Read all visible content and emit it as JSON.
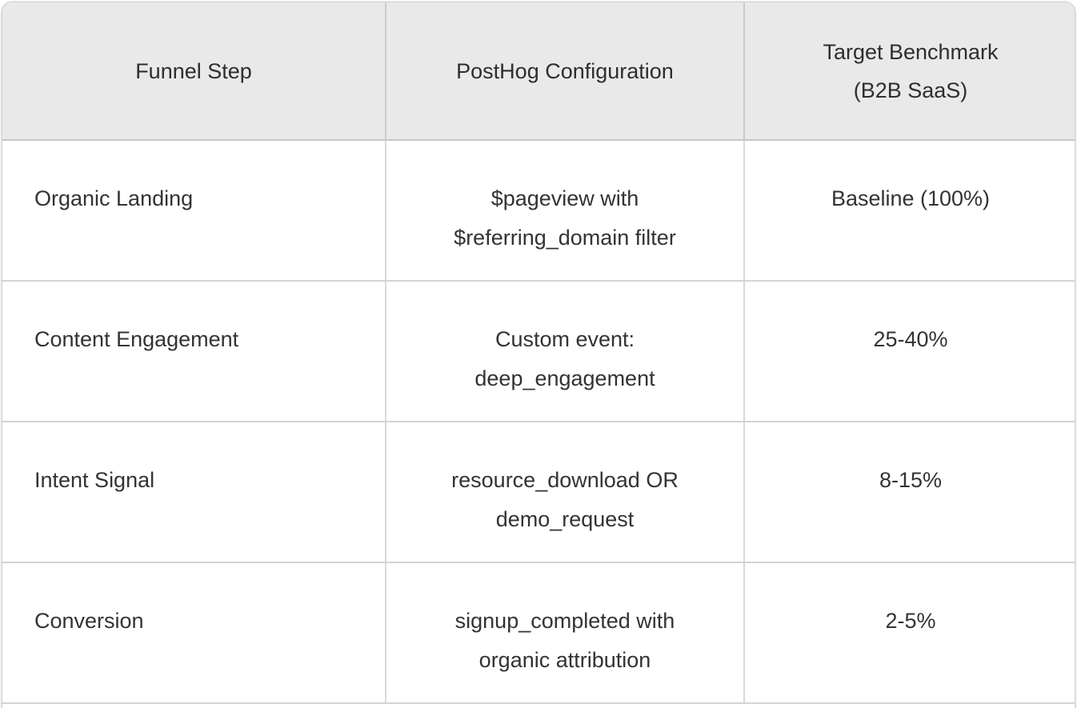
{
  "table": {
    "name": "organic-funnel-posthog-configuration",
    "columns": [
      {
        "key": "funnel_step",
        "header_lines": [
          "Funnel Step"
        ],
        "align": "left"
      },
      {
        "key": "configuration",
        "header_lines": [
          "PostHog Configuration"
        ],
        "align": "center"
      },
      {
        "key": "benchmark",
        "header_lines": [
          "Target Benchmark",
          "(B2B SaaS)"
        ],
        "align": "center"
      }
    ],
    "rows": [
      {
        "funnel_step": "Organic Landing",
        "configuration_lines": [
          "$pageview with",
          "$referring_domain filter"
        ],
        "benchmark": "Baseline (100%)"
      },
      {
        "funnel_step": "Content Engagement",
        "configuration_lines": [
          "Custom event:",
          "deep_engagement"
        ],
        "benchmark": "25-40%"
      },
      {
        "funnel_step": "Intent Signal",
        "configuration_lines": [
          "resource_download OR",
          "demo_request"
        ],
        "benchmark": "8-15%"
      },
      {
        "funnel_step": "Conversion",
        "configuration_lines": [
          "signup_completed with",
          "organic attribution"
        ],
        "benchmark": "2-5%"
      }
    ]
  },
  "style": {
    "header_background": "#eae9ea",
    "body_background": "#ffffff",
    "border_color": "#d4d4d4",
    "header_text_color": "#2e2e2e",
    "body_text_color": "#333333",
    "card_border_color": "#d2d2d2"
  }
}
